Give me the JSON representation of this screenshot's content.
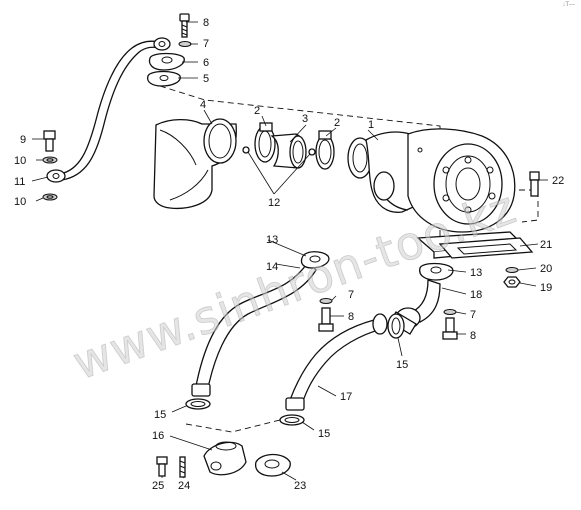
{
  "corner_mark": "↓T‑‑‑",
  "watermark": "www.sinhron-too.kz",
  "labels": {
    "n1": "1",
    "n2a": "2",
    "n2b": "2",
    "n3": "3",
    "n4": "4",
    "n5": "5",
    "n6": "6",
    "n7a": "7",
    "n7b": "7",
    "n7c": "7",
    "n8a": "8",
    "n8b": "8",
    "n8c": "8",
    "n9": "9",
    "n10a": "10",
    "n10b": "10",
    "n11": "11",
    "n12": "12",
    "n13a": "13",
    "n13b": "13",
    "n14": "14",
    "n15a": "15",
    "n15b": "15",
    "n15c": "15",
    "n16": "16",
    "n17": "17",
    "n18": "18",
    "n19": "19",
    "n20": "20",
    "n21": "21",
    "n22": "22",
    "n23": "23",
    "n24": "24",
    "n25": "25"
  }
}
